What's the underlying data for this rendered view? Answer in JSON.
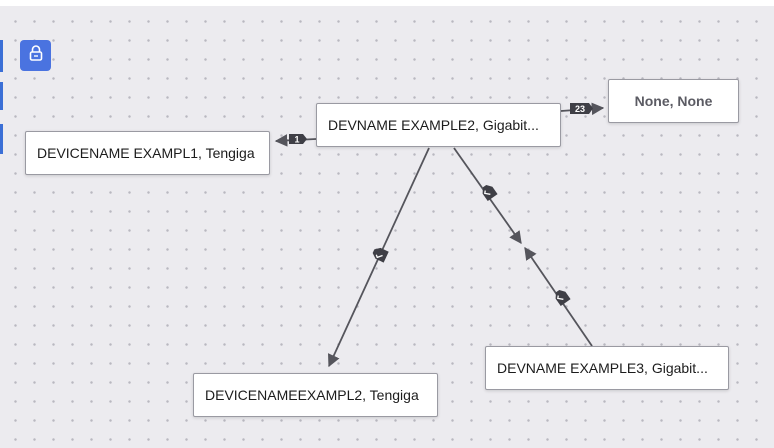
{
  "nodes": {
    "device1": "DEVICENAME EXAMPL1, Tengiga",
    "device2": "DEVNAME EXAMPLE2, Gigabit...",
    "none": "None, None",
    "device3": "DEVICENAMEEXAMPL2, Tengiga",
    "device4": "DEVNAME EXAMPLE3, Gigabit..."
  },
  "edge_labels": {
    "to_device1": "1",
    "to_none": "23"
  },
  "icons": {
    "lock": "lock-icon",
    "edge_badge": "link-badge-icon"
  },
  "colors": {
    "accent": "#4a73e0",
    "edge": "#55555c",
    "badge": "#3f3f46"
  }
}
